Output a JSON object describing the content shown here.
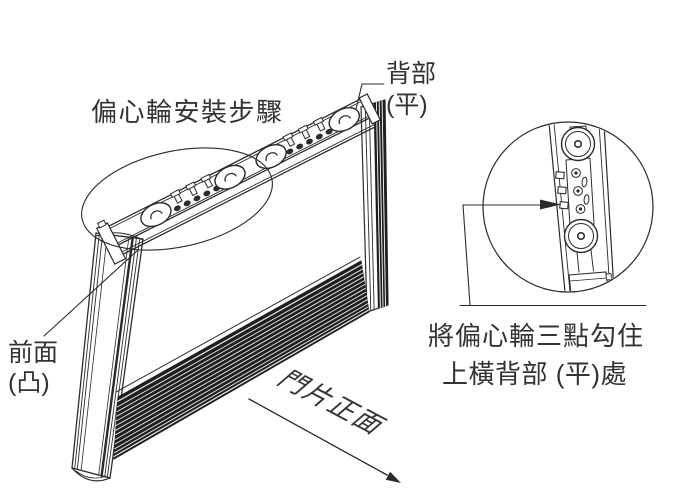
{
  "figure": {
    "title": "偏心輪安裝步驟",
    "labels": {
      "back_line1": "背部",
      "back_line2": "(平)",
      "front_line1": "前面",
      "front_line2": "(凸)",
      "door_face": "門片正面",
      "note_line1": "將偏心輪三點勾住",
      "note_line2": "上橫背部 (平)處"
    },
    "drawing": {
      "main_view": "door panel isometric view with top rail, four eccentric wheels, hook hardware, left stile, right stile, dark louvered front face band",
      "callouts": [
        "highlight-ellipse around two eccentric wheels on top rail",
        "detail-circle magnifying rail back with two wheels and three hook points"
      ],
      "arrows": [
        "door-face direction arrow pointing lower-right",
        "detail pointer arrow pointing at middle hook"
      ]
    },
    "wheel_count": 4,
    "hook_points_per_cluster": 3
  },
  "colors": {
    "background": "#ffffff",
    "line": "#2b2b2b",
    "text": "#333333",
    "panel_dark": "#1f1f1f"
  }
}
